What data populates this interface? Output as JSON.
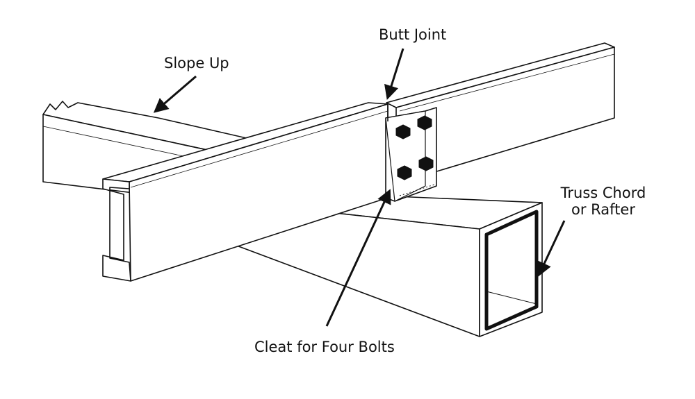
{
  "labels": {
    "slope_up": "Slope Up",
    "butt_joint": "Butt Joint",
    "truss_chord_line1": "Truss Chord",
    "truss_chord_line2": "or Rafter",
    "cleat": "Cleat for Four Bolts"
  },
  "colors": {
    "stroke": "#111111",
    "fill": "#ffffff",
    "bolt": "#111111"
  }
}
